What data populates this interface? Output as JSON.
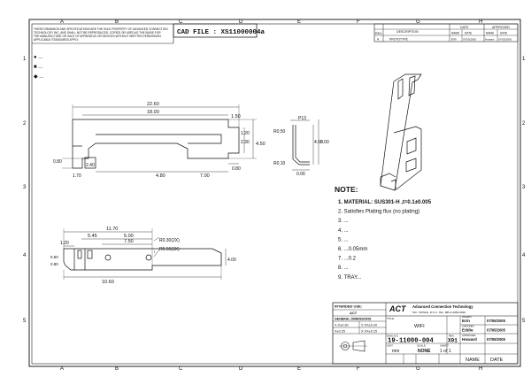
{
  "border": {
    "top_columns": [
      "A",
      "B",
      "C",
      "D",
      "E",
      "F",
      "G",
      "H"
    ],
    "side_rows": [
      "1",
      "2",
      "3",
      "4",
      "5"
    ]
  },
  "proprietary_notice": [
    "THESE DRAWINGS AND SPECIFICATIONS ARE THE SOLE PROPERTY OF ADVANCED CONNECTION",
    "TECHNOLOGY INC. AND SHALL NOT BE REPRODUCED, COPIED OR USED AS THE BASIS FOR",
    "THE MANUFACTURE OR SALE OF APPARATUS OR DEVICES WITHOUT WRITTEN PERMISSION.",
    "APPLICABLE STANDARDS APPLY."
  ],
  "cad_file": "CAD FILE : XS11000004a",
  "revision_table": {
    "headers": [
      "REV.",
      "DESCRIPTION",
      "DATE",
      "APPROVED"
    ],
    "subheaders": [
      "NAME",
      "DATE",
      "NAME",
      "DATE"
    ],
    "rows": [
      [
        "A",
        "PROTOTYPE",
        "Erin",
        "07/05/2005",
        "Howard",
        "07/05/2005"
      ]
    ]
  },
  "legend": [
    "● ...",
    "■ ...",
    "◆ ..."
  ],
  "dimensions": {
    "top_view": [
      "22.60",
      "18.00",
      "1.50",
      "1.20",
      "2.30",
      "0.80",
      "4.50",
      "2.40",
      "1.70",
      "4.80",
      "7.00",
      "0.80"
    ],
    "side_view": [
      "P13",
      "R0.50",
      "R0.10",
      "0.06",
      "4.50",
      "5.00"
    ],
    "bottom_view": [
      "11.70",
      "5.45",
      "5.00",
      "1.20",
      "7.50",
      "R0.30(2X)",
      "R0.50(3X)",
      "10.60",
      "4.00",
      "0.50",
      "0.80"
    ]
  },
  "notes": {
    "title": "NOTE:",
    "items": [
      "1.  MATERIAL: SUS301-H ,t=0.1±0.005",
      "2.  Satisfies Plating flux (no plating)",
      "3.  ...",
      "4.  ...",
      "5.  ...",
      "6.  ...0.05mm",
      "7.  ...0.2",
      "8.  ...",
      "9.  TRAY..."
    ]
  },
  "title_block": {
    "logo": "ACT",
    "company": "Advanced Connection Technology",
    "company_sub": "INC. TAIWAN, R.O.C.   TEL: 886-2-2999-9999",
    "tolerance_head": "INTENDED USE:",
    "tolerance_head2": "ACT",
    "general_dim": "GENERAL DIMENSIONS",
    "tol_rows": [
      [
        "X.X±0.30",
        "X.XX±0.20"
      ],
      [
        "X±0.25",
        "X.XX±0.15"
      ]
    ],
    "title_label": "TITLE",
    "title_value": "WIFI",
    "dwg_label": "DWG NO.",
    "dwg_value": "19-11000-004",
    "rev_label": "REV.",
    "rev_value": "X01",
    "unit_label": "UNIT",
    "unit_value": "mm",
    "scale_label": "SCALE",
    "scale_value": "NONE",
    "sheet_label": "SHEET",
    "sheet_value": "1 of 1",
    "approvals": [
      [
        "DRAWN",
        "Erin",
        "07/05/2005"
      ],
      [
        "CHECKED",
        "Eddie",
        "07/05/2005"
      ],
      [
        "APPROVED",
        "Howard",
        "07/05/2005"
      ]
    ],
    "foot": [
      "NAME",
      "DATE"
    ]
  }
}
